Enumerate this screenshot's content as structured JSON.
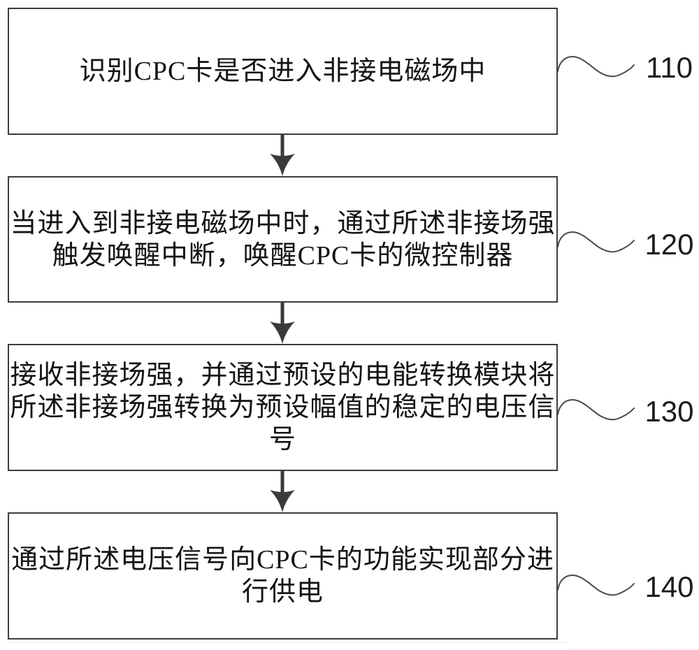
{
  "figure": {
    "type": "flowchart",
    "background": "#ffffff",
    "line_color": "#3d3d3d",
    "text_color": "#141414",
    "ref_number_color": "#1c1c1c",
    "steps": [
      {
        "ref": "110",
        "lines": [
          "识别CPC卡是否进入非接电磁场中"
        ]
      },
      {
        "ref": "120",
        "lines": [
          "当进入到非接电磁场中时，通过所述非接场强",
          "触发唤醒中断，唤醒CPC卡的微控制器"
        ]
      },
      {
        "ref": "130",
        "lines": [
          "接收非接场强，并通过预设的电能转换模块将",
          "所述非接场强转换为预设幅值的稳定的电压信",
          "号"
        ]
      },
      {
        "ref": "140",
        "lines": [
          "通过所述电压信号向CPC卡的功能实现部分进",
          "行供电"
        ]
      }
    ]
  }
}
